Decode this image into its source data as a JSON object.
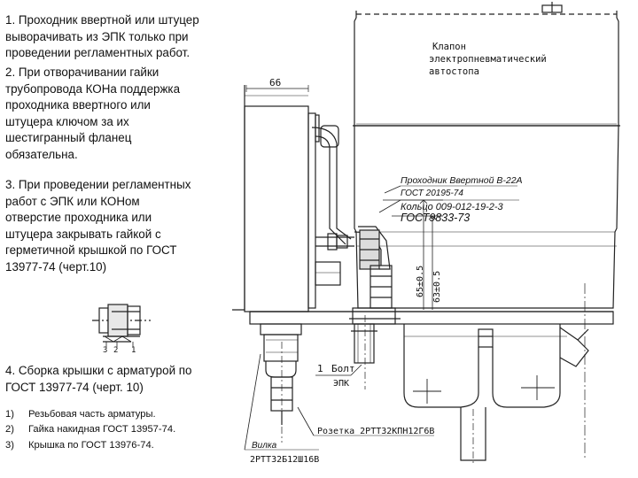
{
  "notes": {
    "n1": "1. Проходник ввертной или штуцер\nвыворачивать из ЭПК только при\nпроведении регламентных работ.",
    "n2": "2. При отворачивании гайки\nтрубопровода КОНа поддержка\nпроходника ввертного или\nштуцера ключом за их\nшестигранный фланец\nобязательна.",
    "n3": "3. При проведении регламентных\nработ с ЭПК или КОНом\nотверстие  проходника  или\nштуцера закрывать гайкой с\nгерметичной крышкой по ГОСТ\n13977-74 (черт.10)",
    "n4": "4. Сборка крышки с арматурой по\nГОСТ 13977-74 (черт. 10)"
  },
  "parts_list": [
    {
      "num": "1)",
      "text": "Резьбовая часть арматуры."
    },
    {
      "num": "2)",
      "text": "Гайка накидная ГОСТ 13957-74."
    },
    {
      "num": "3)",
      "text": "Крышка по ГОСТ 13976-74."
    }
  ],
  "drawing": {
    "valve_label_1": "Клапон",
    "valve_label_2": "электропневматический",
    "valve_label_3": "автостопа",
    "dim_66": "66",
    "passer_label_1": "Проходник Ввертной В-22А",
    "passer_label_2": "ГОСТ 20195-74",
    "ring_label_1": "Кольцо 009-012-19-2-3",
    "ring_label_2": "ГОСТ9833-73",
    "dim_65": "65±0.5",
    "dim_63": "63±0.5",
    "bolt_num": "1",
    "bolt_label": "Болт",
    "bolt_sub": "ЭПК",
    "socket_label": "Розетка 2РТТ32КПН12Г6В",
    "plug_label_1": "Вилка",
    "plug_label_2": "2РТТ32Б12Ш16В",
    "small_num_3": "3",
    "small_num_2": "2",
    "small_num_1": "1"
  }
}
